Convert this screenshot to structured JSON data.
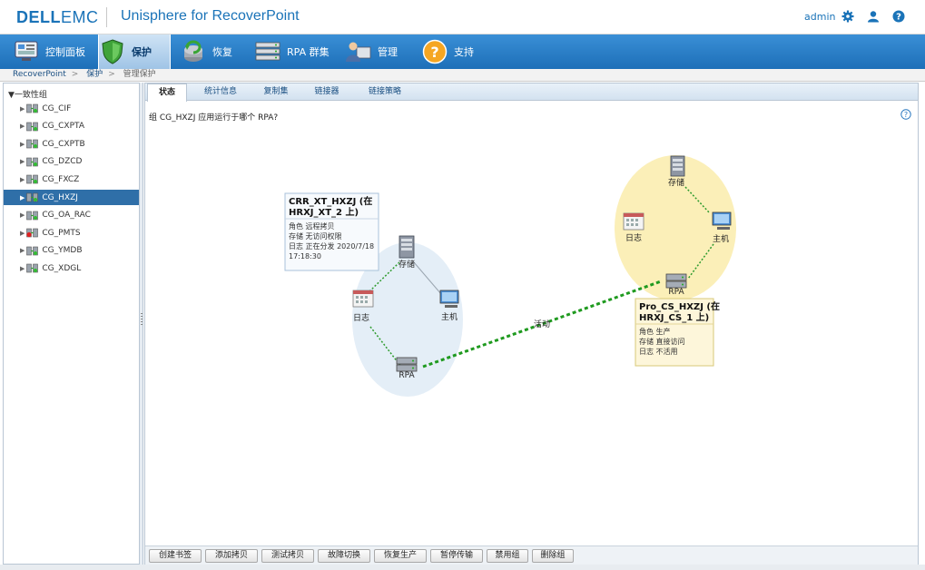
{
  "header": {
    "brand_dell": "DELL",
    "brand_emc": "EMC",
    "product": "Unisphere for RecoverPoint",
    "user": "admin",
    "icons": [
      "gear-icon",
      "user-icon",
      "help-icon"
    ]
  },
  "nav": {
    "items": [
      {
        "label": "控制面板",
        "icon": "dashboard-icon"
      },
      {
        "label": "保护",
        "icon": "shield-icon",
        "active": true
      },
      {
        "label": "恢复",
        "icon": "recover-icon"
      },
      {
        "label": "RPA 群集",
        "icon": "cluster-icon"
      },
      {
        "label": "管理",
        "icon": "admin-icon"
      },
      {
        "label": "支持",
        "icon": "support-icon"
      }
    ]
  },
  "breadcrumb": [
    "RecoverPoint",
    "保护",
    "管理保护"
  ],
  "sidebar": {
    "root": "一致性组",
    "items": [
      "CG_CIF",
      "CG_CXPTA",
      "CG_CXPTB",
      "CG_DZCD",
      "CG_FXCZ",
      "CG_HXZJ",
      "CG_OA_RAC",
      "CG_PMTS",
      "CG_YMDB",
      "CG_XDGL"
    ],
    "selected_index": 5,
    "error_index": 7
  },
  "tabs": [
    "状态",
    "统计信息",
    "复制集",
    "链接器",
    "链接策略"
  ],
  "active_tab": 0,
  "question": "组 CG_HXZJ 应用运行于哪个 RPA?",
  "topology": {
    "left": {
      "storage": "存储",
      "host": "主机",
      "journal": "日志",
      "rpa": "RPA",
      "info": {
        "title_line1": "CRR_XT_HXZJ (在",
        "title_line2": "HRXJ_XT_2 上)",
        "lines": [
          "角色  远程拷贝",
          "存储  无访问权限",
          "日志  正在分发 2020/7/18",
          "17:18:30"
        ]
      }
    },
    "right": {
      "storage": "存储",
      "host": "主机",
      "journal": "日志",
      "rpa": "RPA",
      "info": {
        "title_line1": "Pro_CS_HXZJ (在",
        "title_line2": "HRXJ_CS_1 上)",
        "lines": [
          "角色  生产",
          "存储  直接访问",
          "日志  不活用"
        ]
      }
    },
    "link_label": "活动"
  },
  "toolbar": [
    "创建书签",
    "添加拷贝",
    "测试拷贝",
    "故障切换",
    "恢复生产",
    "暂停传输",
    "禁用组",
    "删除组"
  ],
  "colors": {
    "nav_blue": "#1d6fb8",
    "link_green": "#1f9a1f",
    "copy_blue_zone": "#e4eef7",
    "production_zone": "#fbefb8"
  }
}
